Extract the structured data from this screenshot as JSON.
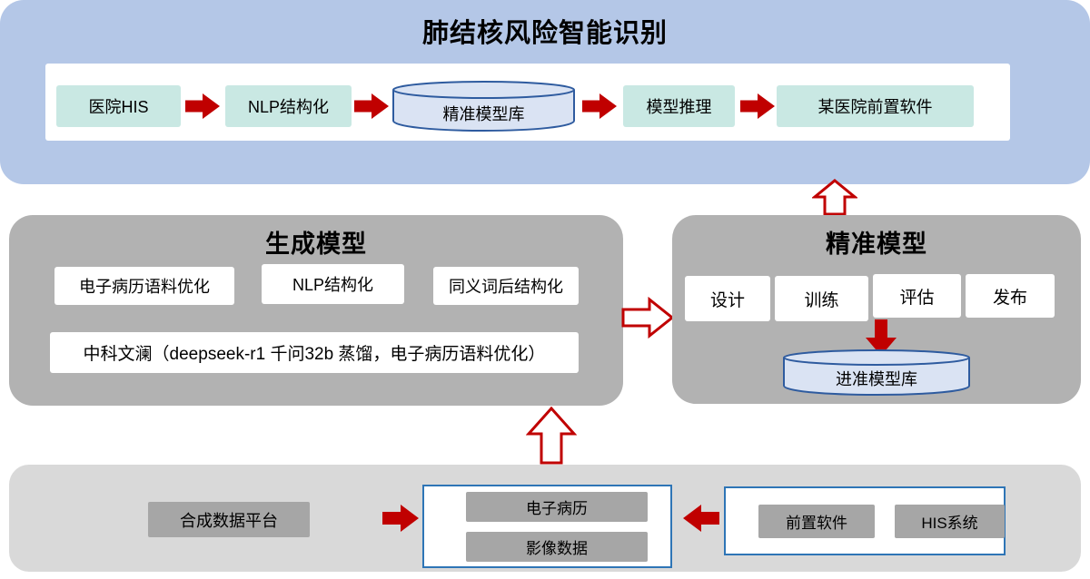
{
  "top": {
    "title": "肺结核风险智能识别",
    "nodes": {
      "his": "医院HIS",
      "nlp": "NLP结构化",
      "model_db": "精准模型库",
      "inference": "模型推理",
      "hospital_software": "某医院前置软件"
    }
  },
  "generate": {
    "title": "生成模型",
    "item1": "电子病历语料优化",
    "item2": "NLP结构化",
    "item3": "同义词后结构化",
    "wide": "中科文澜（deepseek-r1 千问32b 蒸馏，电子病历语料优化）"
  },
  "precise": {
    "title": "精准模型",
    "step1": "设计",
    "step2": "训练",
    "step3": "评估",
    "step4": "发布",
    "db": "进准模型库"
  },
  "bottom": {
    "platform": "合成数据平台",
    "emr": "电子病历",
    "imaging": "影像数据",
    "front_software": "前置软件",
    "his_system": "HIS系统"
  },
  "colors": {
    "top_bg": "#b4c7e7",
    "teal": "#c9e8e3",
    "section_gray": "#b2b2b2",
    "bottom_gray": "#d9d9d9",
    "inner_gray": "#a6a6a6",
    "red": "#c00000",
    "cylinder_fill": "#dae3f3",
    "cylinder_border": "#2e5b9f",
    "group_border": "#2e75b6"
  }
}
